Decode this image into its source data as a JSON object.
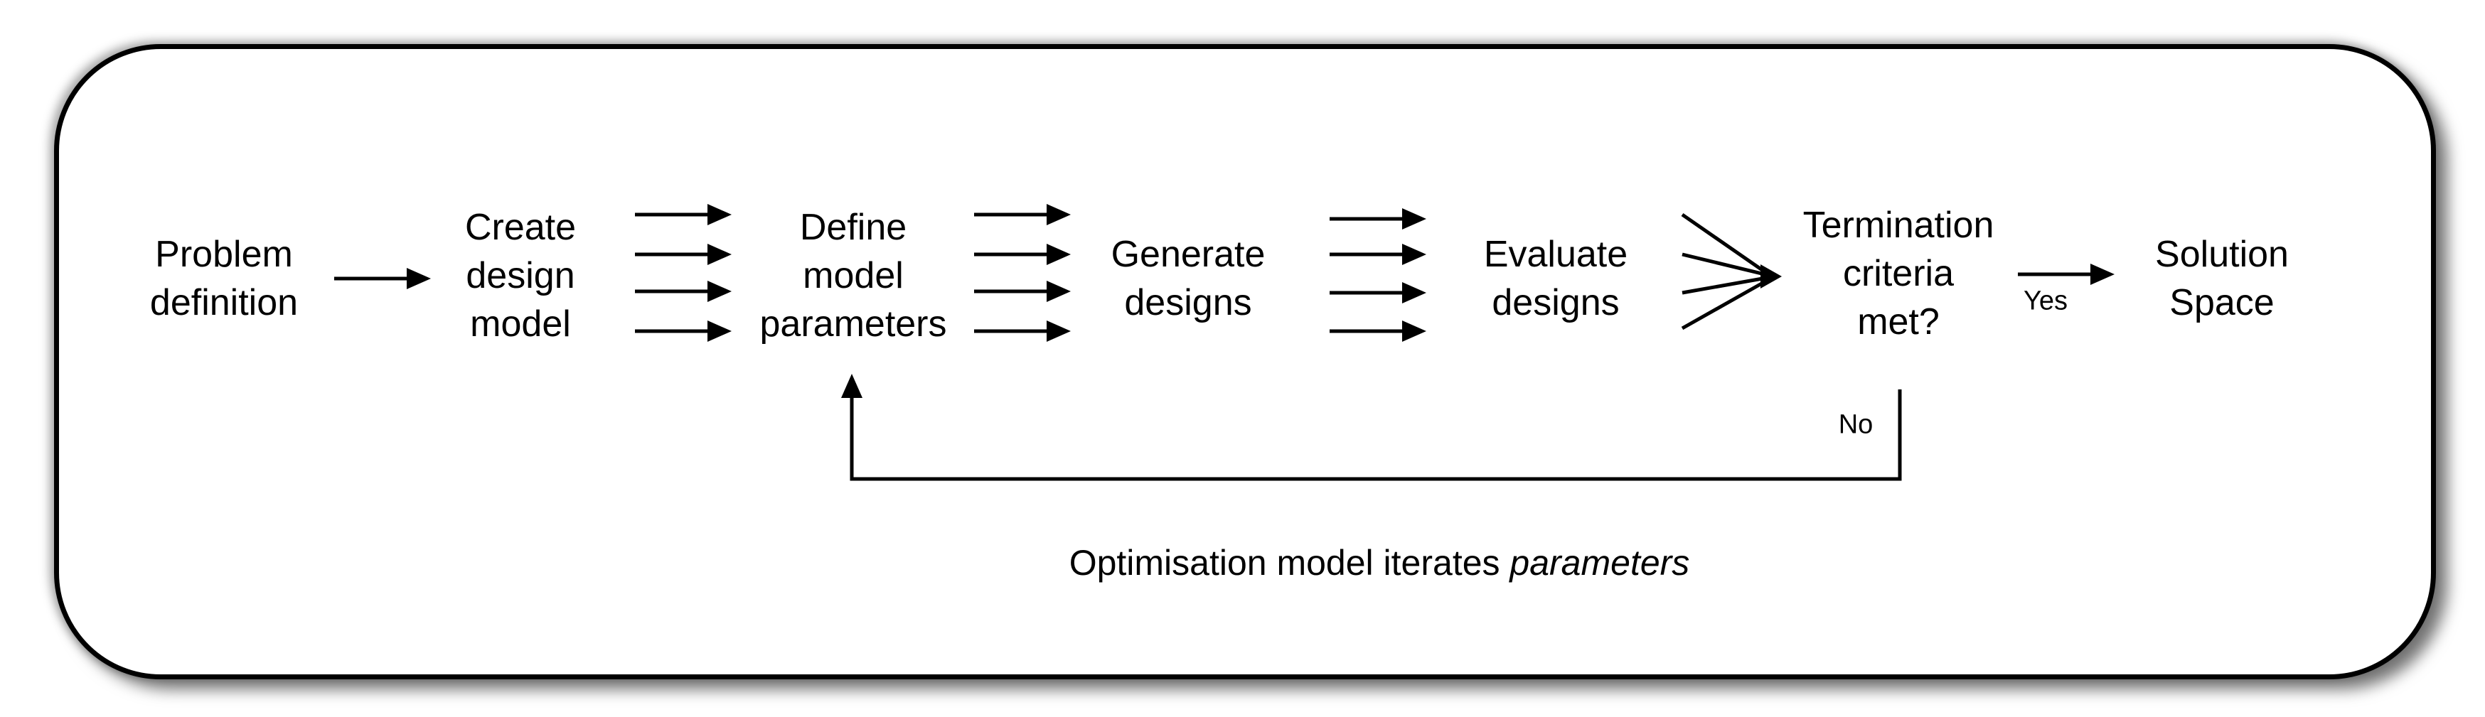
{
  "nodes": {
    "problem": [
      "Problem",
      "definition"
    ],
    "create": [
      "Create",
      "design",
      "model"
    ],
    "define": [
      "Define",
      "model",
      "parameters"
    ],
    "generate": [
      "Generate",
      "designs"
    ],
    "evaluate": [
      "Evaluate",
      "designs"
    ],
    "termination": [
      "Termination",
      "criteria",
      "met?"
    ],
    "solution": [
      "Solution",
      "Space"
    ]
  },
  "edges": {
    "yes_label": "Yes",
    "no_label": "No"
  },
  "caption": {
    "prefix": "Optimisation model iterates ",
    "emphasis": "parameters"
  },
  "colors": {
    "stroke": "#000000",
    "background": "#ffffff"
  }
}
